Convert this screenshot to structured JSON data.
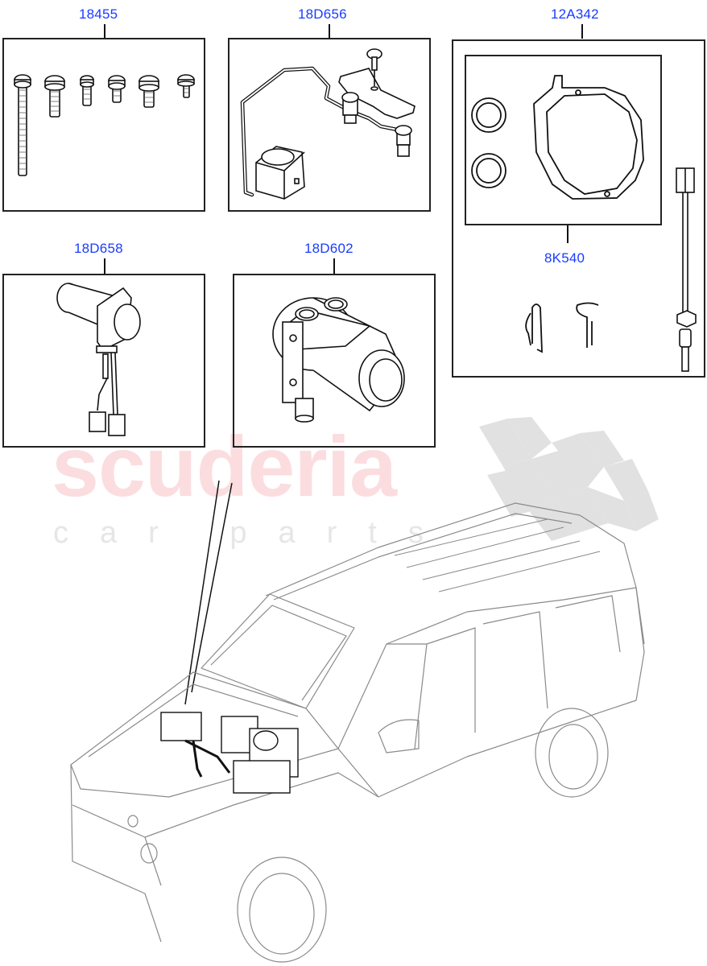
{
  "diagram": {
    "type": "exploded-parts-diagram",
    "label_color": "#1a3cff",
    "line_color": "#222222",
    "callouts": [
      {
        "id": "screws",
        "part_number": "18455",
        "description_visual": "set of six screws"
      },
      {
        "id": "valve-harness",
        "part_number": "18D656",
        "description_visual": "valve with pipe, bracket, bolt and sensors"
      },
      {
        "id": "seal-kit",
        "part_number": "12A342",
        "description_visual": "kit with O-rings, gasket, clips and sensor"
      },
      {
        "id": "sub-gasket",
        "part_number": "8K540",
        "description_visual": "gasket and two O-rings (sub-box)"
      },
      {
        "id": "pump-motor",
        "part_number": "18D658",
        "description_visual": "motor with wiring harness and connectors"
      },
      {
        "id": "water-pump",
        "part_number": "18D602",
        "description_visual": "auxiliary water pump"
      }
    ],
    "vehicle": {
      "description_visual": "SUV outline with heater assembly highlighted under bonnet"
    }
  },
  "watermark": {
    "main": "scuderia",
    "sub": "car parts",
    "main_color": "#fbdde0",
    "sub_color": "#e6e6e6",
    "flag_color": "#dedede"
  }
}
